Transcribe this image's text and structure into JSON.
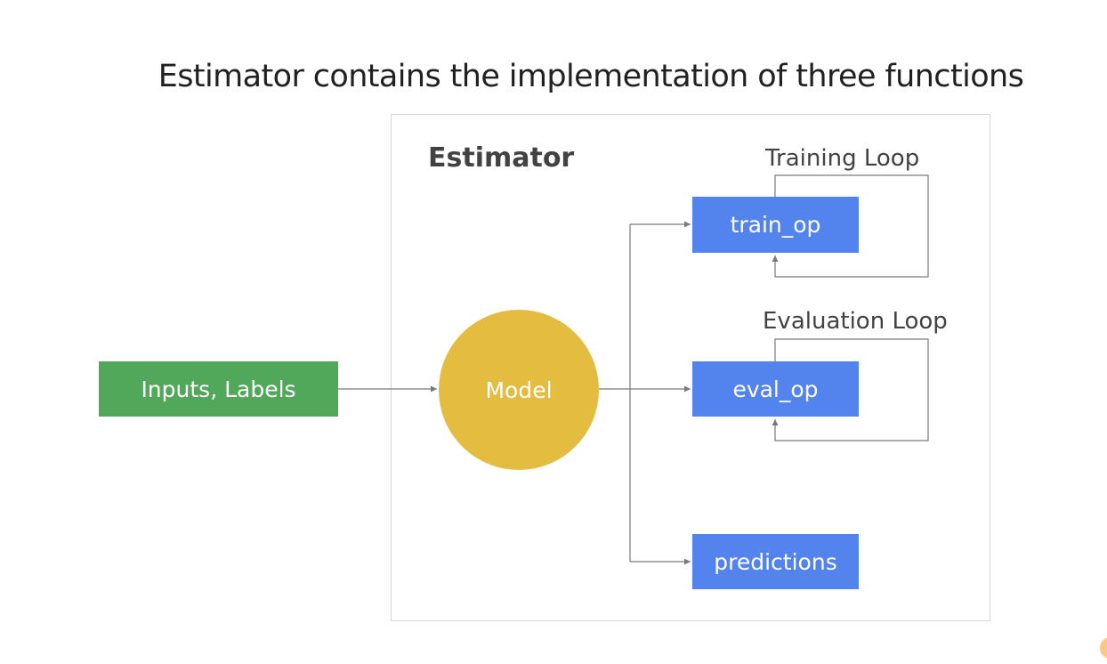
{
  "slide": {
    "title": "Estimator contains the implementation of three functions"
  },
  "diagram": {
    "frame_label": "Estimator",
    "input_box": "Inputs, Labels",
    "model": "Model",
    "functions": [
      {
        "label": "train_op",
        "loop_label": "Training Loop"
      },
      {
        "label": "eval_op",
        "loop_label": "Evaluation Loop"
      },
      {
        "label": "predictions"
      }
    ]
  },
  "colors": {
    "input_box": "#52a85a",
    "model": "#e4bd40",
    "function_boxes": "#5383ec",
    "connector": "#7a7a7a"
  }
}
